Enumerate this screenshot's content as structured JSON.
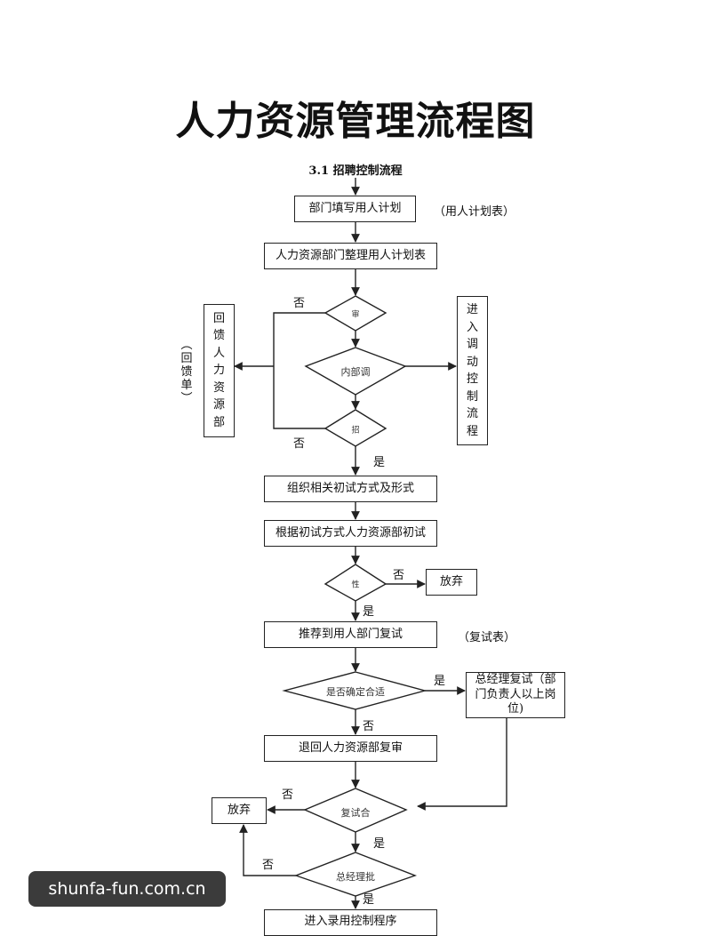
{
  "title": "人力资源管理流程图",
  "section": "3.1 招聘控制流程",
  "boxes": {
    "dept_fill": "部门填写用人计划",
    "hr_organize": "人力资源部门整理用人计划表",
    "organize_interview": "组织相关初试方式及形式",
    "initial_test": "根据初试方式人力资源部初试",
    "abandon_1": "放弃",
    "recommend": "推荐到用人部门复试",
    "gm_retest": "总经理复试（部门负责人以上岗位)",
    "return_hr": "退回人力资源部复审",
    "abandon_2": "放弃",
    "enter_hiring": "进入录用控制程序"
  },
  "vertical_boxes": {
    "feedback": "回馈人力资源部",
    "transfer": "进入调动控制流程"
  },
  "side_notes": {
    "plan_form": "（用人计划表）",
    "retest_form": "（复试表）",
    "feedback_form": "（回馈单）"
  },
  "diamonds": {
    "d1": "审",
    "d2": "内部调",
    "d3": "招",
    "d4": "性",
    "d5": "是否确定合适",
    "d6": "复试合",
    "d7": "总经理批"
  },
  "edge_labels": {
    "no": "否",
    "yes": "是"
  },
  "watermark": "shunfa-fun.com.cn"
}
